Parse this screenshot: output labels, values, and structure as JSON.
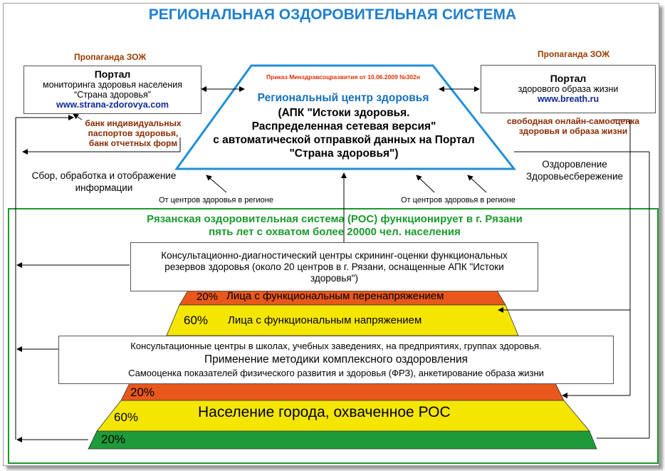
{
  "title": "РЕГИОНАЛЬНАЯ ОЗДОРОВИТЕЛЬНАЯ СИСТЕМА",
  "left": {
    "propaganda": "Пропаганда ЗОЖ",
    "portal_title": "Портал",
    "portal_line1": "мониторинга здоровья населения",
    "portal_line2": "“Страна здоровья”",
    "portal_link": "www.strana-zdorovya.com",
    "bank_line1": "банк индивидуальных",
    "bank_line2": "паспортов здоровья,",
    "bank_line3": "банк отчетных форм",
    "collect_line1": "Сбор, обработка и отображение",
    "collect_line2": "информации",
    "from_centers": "От центров здоровья в регионе"
  },
  "right": {
    "propaganda": "Пропаганда ЗОЖ",
    "portal_title": "Портал",
    "portal_line1": "здорового образа жизни",
    "portal_link": "www.breath.ru",
    "self_line1": "свободная онлайн-самооценка",
    "self_line2": "здоровья и образа жизни",
    "health_line1": "Оздоровление",
    "health_line2": "Здоровьесбережение",
    "from_centers": "От центров здоровья в регионе"
  },
  "center": {
    "order": "Приказ Минздравсоцразвития от 10.06.2009 №302н",
    "title": "Региональный центр здоровья",
    "line1": "(АПК \"Истоки здоровья.",
    "line2": "Распределенная сетевая версия\"",
    "line3": "с автоматической отправкой данных на Портал",
    "line4": "\"Страна здоровья\")"
  },
  "ros": {
    "line1": "Рязанская оздоровительная система (РОС)  функционирует в г. Рязани",
    "line2": "пять лет  с охватом более 20000 чел. населения"
  },
  "consult1": {
    "line1": "Консультационно-диагностический центры скрининг-оценки функциональных",
    "line2": "резервов здоровья (около 20 центров в г. Рязани, оснащенные АПК \"Истоки",
    "line3": "здоровья\")"
  },
  "upper_pyramid": [
    {
      "pct": "20%",
      "label": "Лица с функциональным перенапряжением"
    },
    {
      "pct": "60%",
      "label": "Лица с функциональным напряжением"
    }
  ],
  "consult2": {
    "line1": "Консультационные центры в школах, учебных заведениях, на предприятиях, группах здоровья.",
    "line2": "Применение методики комплексного оздоровления",
    "line3": "Самооценка показателей физического развития и здоровья (ФРЗ), анкетирование образа жизни"
  },
  "lower_pyramid": {
    "pct_top": "20%",
    "pct_mid": "60%",
    "label_mid": "Население города, охваченное РОС",
    "pct_bottom": "20%"
  },
  "colors": {
    "title_blue": "#1f7fd0",
    "trapezoid_border": "#1f8fd8",
    "ros_green": "#1a9a2c",
    "orange_band": "#e8581c",
    "yellow_band": "#f5e600",
    "green_band": "#1e9a3a",
    "propaganda_brown": "#9b3c00"
  }
}
